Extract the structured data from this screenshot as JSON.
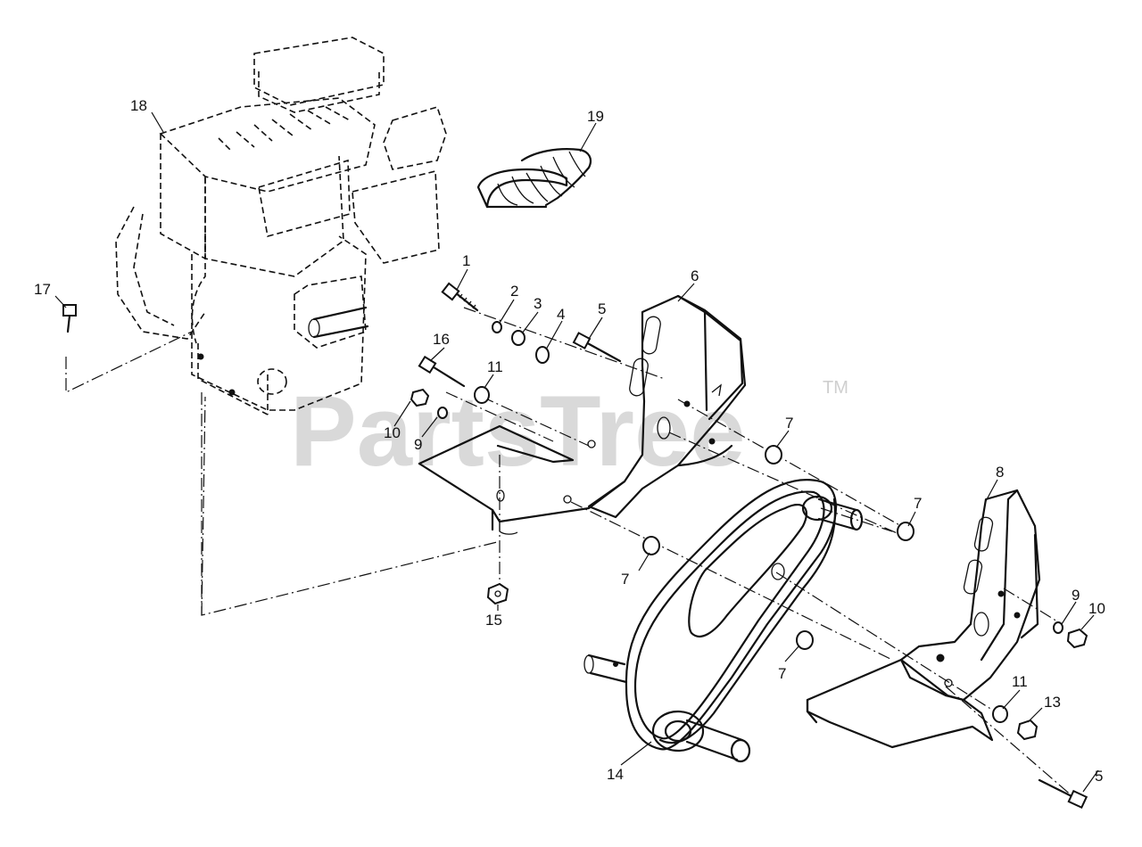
{
  "watermark": {
    "text": "PartsTree",
    "trademark": "TM"
  },
  "callouts": [
    "1",
    "2",
    "3",
    "4",
    "5",
    "6",
    "7",
    "8",
    "9",
    "10",
    "11",
    "13",
    "14",
    "15",
    "16",
    "17",
    "18",
    "19"
  ]
}
